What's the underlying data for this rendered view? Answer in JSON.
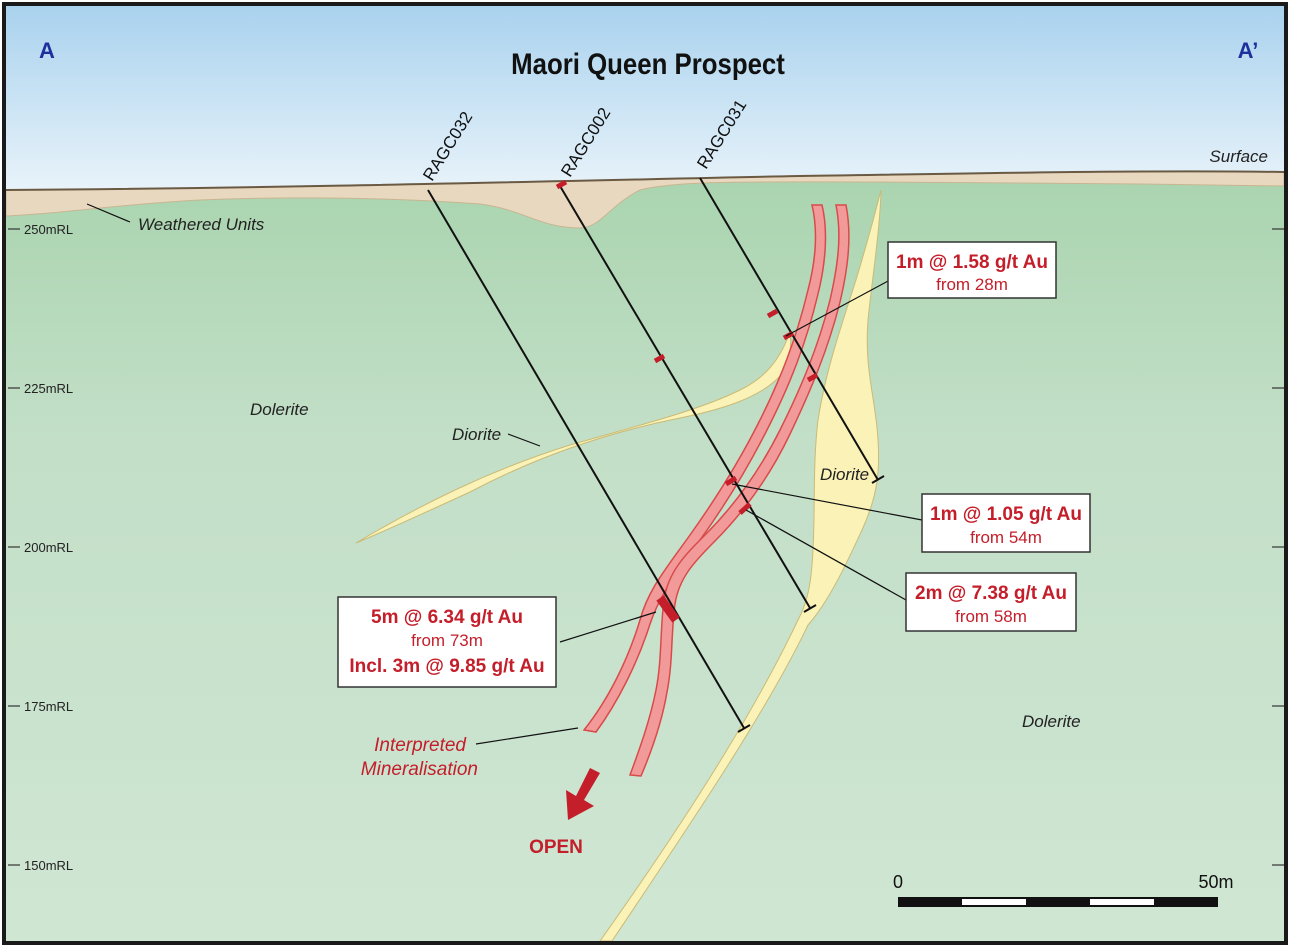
{
  "title": "Maori Queen Prospect",
  "section_ends": {
    "left": "A",
    "right": "A’"
  },
  "surface_label": "Surface",
  "rl_labels": [
    "250mRL",
    "225mRL",
    "200mRL",
    "175mRL",
    "150mRL"
  ],
  "units": {
    "weathered": "Weathered Units",
    "dolerite_left": "Dolerite",
    "dolerite_right": "Dolerite",
    "diorite_left": "Diorite",
    "diorite_right": "Diorite"
  },
  "drillholes": [
    "RAGC032",
    "RAGC002",
    "RAGC031"
  ],
  "intercepts": [
    {
      "line1": "1m @ 1.58 g/t Au",
      "line2": "from 28m"
    },
    {
      "line1": "1m @ 1.05 g/t Au",
      "line2": "from 54m"
    },
    {
      "line1": "2m @ 7.38 g/t Au",
      "line2": "from 58m"
    },
    {
      "line1": "5m @ 6.34 g/t Au",
      "line2": "from 73m",
      "line3": "Incl. 3m @ 9.85 g/t Au"
    }
  ],
  "mineralisation_label": {
    "line1": "Interpreted",
    "line2": "Mineralisation"
  },
  "open_label": "OPEN",
  "scale_bar": {
    "start": "0",
    "end": "50m"
  },
  "colors": {
    "sky_top": "#a9d2ee",
    "sky_bottom": "#eef6fb",
    "dolerite": "#bfdcc4",
    "weathered": "#e8d8c0",
    "diorite": "#fbf2b8",
    "mineralisation": "#f29a9a",
    "mineralisation_edge": "#d94a4a",
    "intercept_text": "#c41e2a",
    "section_end_text": "#1f2f9e",
    "border": "#1a1a1a"
  }
}
